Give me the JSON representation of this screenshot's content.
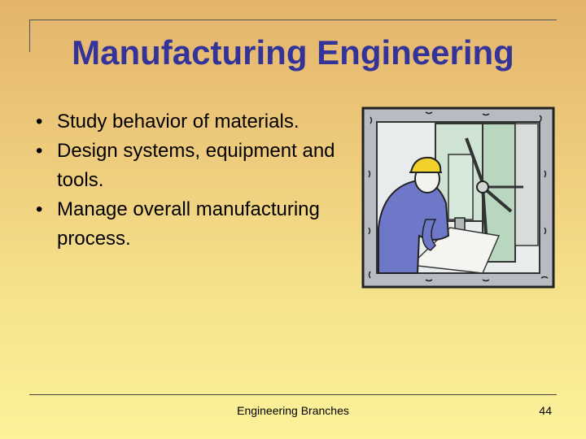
{
  "slide": {
    "title": "Manufacturing Engineering",
    "bullets": [
      "Study behavior of materials.",
      "Design systems, equipment and tools.",
      "Manage overall manufacturing process."
    ],
    "bullet_symbol": "•",
    "footer": "Engineering Branches",
    "page_number": "44"
  },
  "colors": {
    "title": "#333399",
    "background_top": "#e3b46c",
    "background_bottom": "#fbf29a"
  },
  "clipart": {
    "icon": "worker-drill-press-icon"
  }
}
